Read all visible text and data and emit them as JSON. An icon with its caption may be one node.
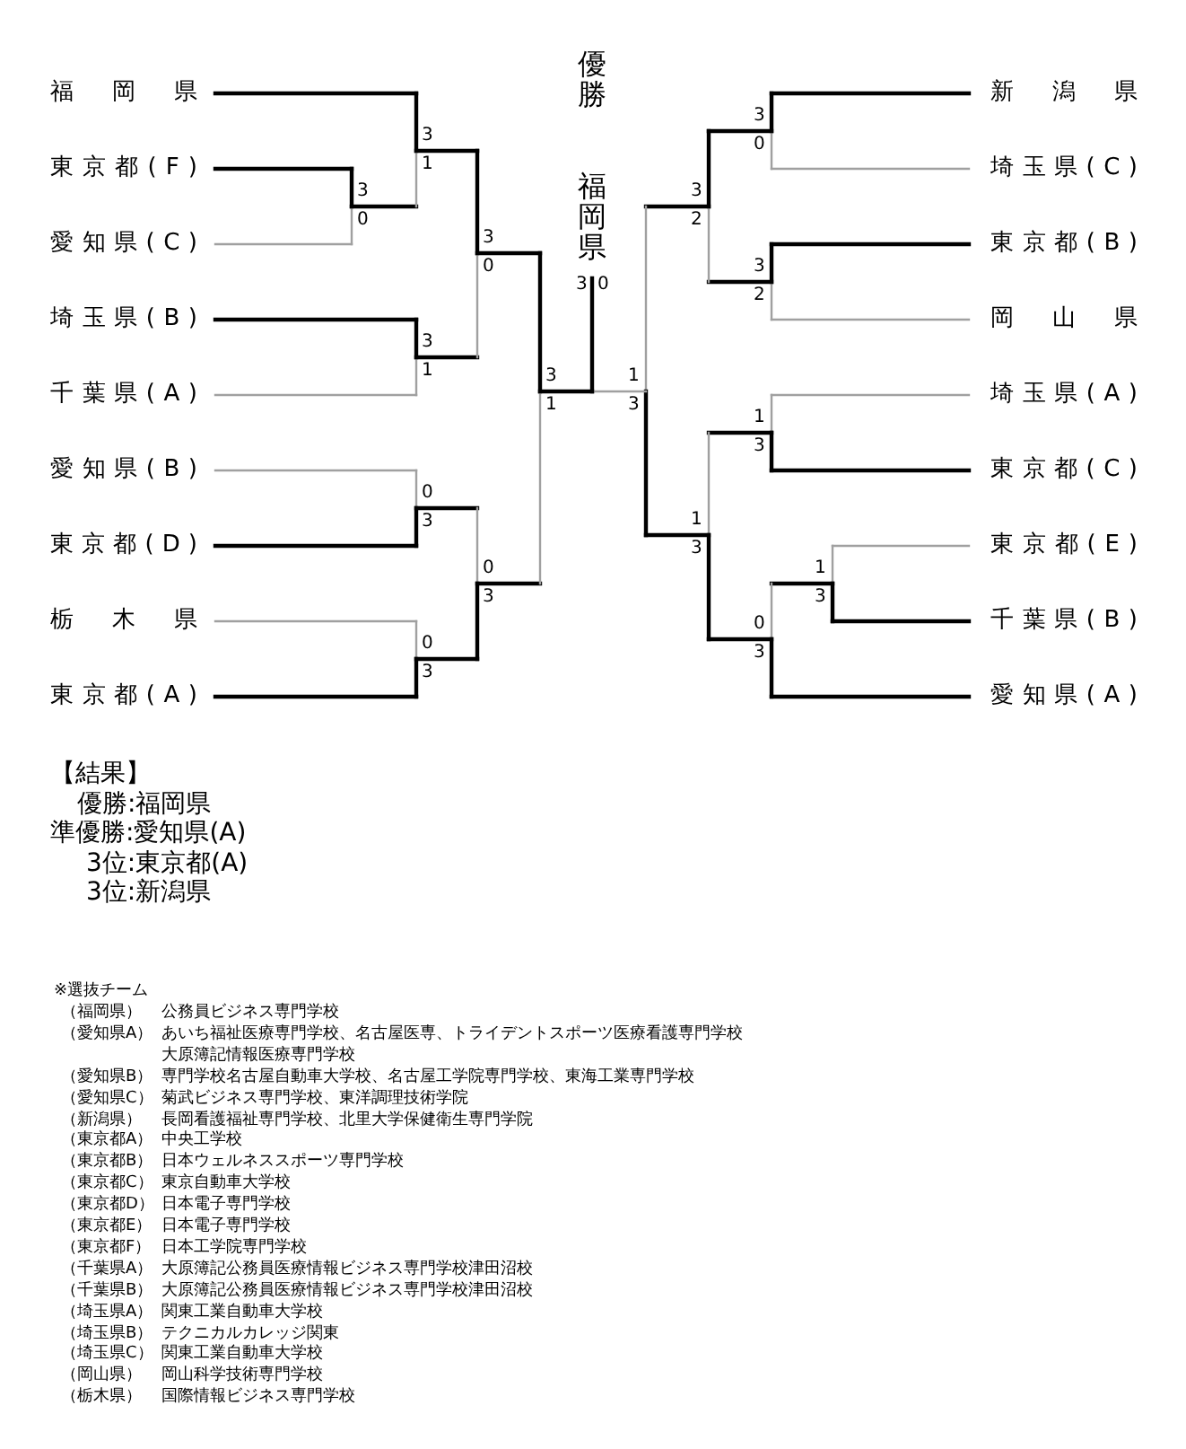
{
  "diagram": {
    "labels": [
      "福岡県",
      "東京都(F)",
      "愛知県(C)",
      "埼玉県(B)",
      "千葉県(A)",
      "愛知県(B)",
      "東京都(D)",
      "栃木県",
      "東京都(A)",
      "新潟県",
      "埼玉県(C)",
      "東京都(B)",
      "岡山県",
      "埼玉県(A)",
      "東京都(C)",
      "東京都(E)",
      "千葉県(B)",
      "愛知県(A)",
      "優勝",
      "福岡県",
      "3",
      "0",
      "3",
      "0",
      "3",
      "1",
      "3",
      "1",
      "0",
      "3",
      "0",
      "3",
      "3",
      "0",
      "0",
      "3",
      "3",
      "1",
      "1",
      "3",
      "3",
      "0",
      "3",
      "2",
      "1",
      "3",
      "0",
      "3",
      "3",
      "2",
      "1",
      "3",
      "1",
      "3",
      "【結果】",
      "優勝:福岡県",
      "準優勝:愛知県(A)",
      "3位:東京都(A)",
      "3位:新潟県",
      "※選抜チーム",
      "（福岡県）",
      "公務員ビジネス専門学校",
      "（愛知県A）",
      "あいち福祉医療専門学校、名古屋医専、トライデントスポーツ医療看護専門学校",
      "大原簿記情報医療専門学校",
      "（愛知県B）",
      "専門学校名古屋自動車大学校、名古屋工学院専門学校、東海工業専門学校",
      "（愛知県C）",
      "菊武ビジネス専門学校、東洋調理技術学院",
      "（新潟県）",
      "長岡看護福祉専門学校、北里大学保健衛生専門学院",
      "（東京都A）",
      "中央工学校",
      "（東京都B）",
      "日本ウェルネススポーツ専門学校",
      "（東京都C）",
      "東京自動車大学校",
      "（東京都D）",
      "日本電子専門学校",
      "（東京都E）",
      "日本電子専門学校",
      "（東京都F）",
      "日本工学院専門学校",
      "（千葉県A）",
      "大原簿記公務員医療情報ビジネス専門学校津田沼校",
      "（千葉県B）",
      "大原簿記公務員医療情報ビジネス専門学校津田沼校",
      "（埼玉県A）",
      "関東工業自動車大学校",
      "（埼玉県B）",
      "テクニカルカレッジ関東",
      "（埼玉県C）",
      "関東工業自動車大学校",
      "（岡山県）",
      "岡山科学技術専門学校",
      "（栃木県）",
      "国際情報ビジネス専門学校"
    ]
  }
}
